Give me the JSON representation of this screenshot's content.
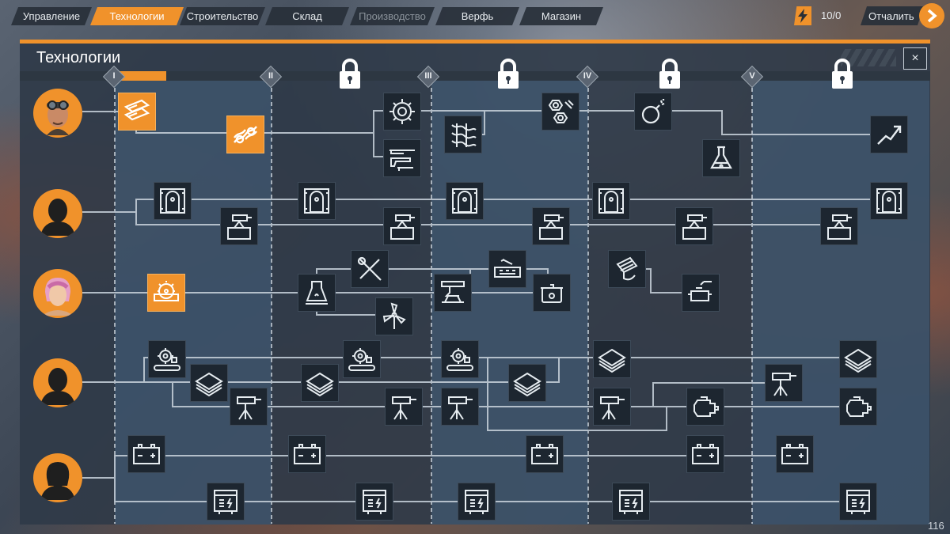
{
  "nav": {
    "tabs": [
      {
        "label": "Управление",
        "state": "normal"
      },
      {
        "label": "Технологии",
        "state": "active"
      },
      {
        "label": "Строительство",
        "state": "normal"
      },
      {
        "label": "Склад",
        "state": "normal"
      },
      {
        "label": "Производство",
        "state": "disabled"
      },
      {
        "label": "Верфь",
        "state": "normal"
      },
      {
        "label": "Магазин",
        "state": "normal"
      }
    ],
    "energy_icon": "lightning-icon",
    "energy_count": "10/0",
    "sail_label": "Отчалить",
    "sail_icon": "chevron-right-icon"
  },
  "panel": {
    "title": "Технологии",
    "close_label": "×",
    "tiers": [
      {
        "label": "I",
        "locked": false
      },
      {
        "label": "II",
        "locked": false
      },
      {
        "label": "III",
        "locked": true
      },
      {
        "label": "IV",
        "locked": true
      },
      {
        "label": "V",
        "locked": true
      }
    ],
    "tier_progress": 0.25
  },
  "crew": [
    {
      "name": "avatar-engineer-goggles",
      "portrait": "man-goggles"
    },
    {
      "name": "avatar-unknown-1",
      "portrait": "silhouette"
    },
    {
      "name": "avatar-pink-hair",
      "portrait": "woman-pink"
    },
    {
      "name": "avatar-unknown-2",
      "portrait": "silhouette"
    },
    {
      "name": "avatar-unknown-3",
      "portrait": "silhouette"
    }
  ],
  "colors": {
    "accent": "#f0922b",
    "node_bg": "#1d2630",
    "wire": "#c9d3dc",
    "panel_bg": "#2f3a48"
  },
  "page_number": "116"
}
